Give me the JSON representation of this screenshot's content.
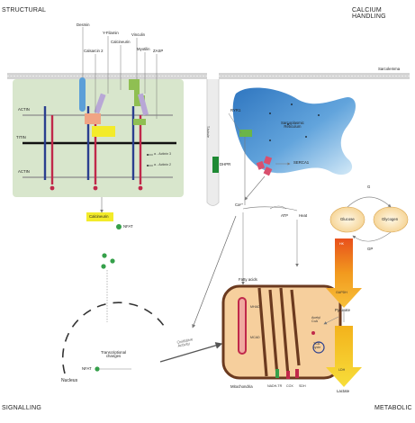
{
  "corners": {
    "structural": "STRUCTURAL",
    "calcium_handling": "CALCIUM HANDLING",
    "signalling": "SIGNALLING",
    "metabolic": "METABOLIC"
  },
  "structural": {
    "desmin": "Desmin",
    "calsarcin2": "Calsarcin 2",
    "y_filamin": "Y-Filamin",
    "calcineurin": "Calcineurin",
    "vinculin": "Vinculin",
    "myotilin": "Myotilin",
    "zasp": "ZASP",
    "actin_top": "ACTIN",
    "titin": "TITIN",
    "actin_bottom": "ACTIN",
    "actinin3": "α - Actinin 3",
    "actinin2": "α - Actinin 2"
  },
  "calcium": {
    "sarcolemma": "Sarcolemma",
    "t_tubule": "T-tubule",
    "ryr1": "RYR1",
    "dhpr": "DHPR",
    "sr": "Sarcoplasmic\nReticulum",
    "serca1": "SERCA1",
    "ca": "Ca²⁺",
    "atp": "ATP",
    "heat": "Heat"
  },
  "signalling": {
    "calcineurin": "Calcineurin",
    "nfat": "NFAT",
    "nfat2": "NFAT",
    "transcriptional": "Transcriptional\nchanges",
    "nucleus": "Nucleus",
    "oxidative": "Oxidative\nActivity"
  },
  "metabolic": {
    "fatty_acids": "Fatty acids",
    "mhad": "MHAD",
    "mcad": "MCAD",
    "mitochondria": "Mitochondria",
    "nadh_tr": "NADH-TR",
    "cox": "COX",
    "sdh": "SDH",
    "acetyl_coa": "Acetyl\nCoA",
    "tca": "TCA\ncycle",
    "pyruvate": "Pyruvate",
    "lactate": "Lactate",
    "glucose": "Glucose",
    "glycogen": "Glycogen",
    "g": "G",
    "gp": "GP",
    "hk": "HK",
    "gapdh": "GAPDH",
    "ldh": "LDH"
  },
  "colors": {
    "structural_bg": "#d8e6cc",
    "sr_blue": "#3d86c6",
    "mito_brown": "#6b3a1f",
    "mito_fill": "#f6cf9d",
    "arrow_orange": "#f19a1f",
    "arrow_yellow": "#f4c82a",
    "green": "#3a9a3a",
    "red": "#c0284a",
    "pink": "#d9506e"
  }
}
